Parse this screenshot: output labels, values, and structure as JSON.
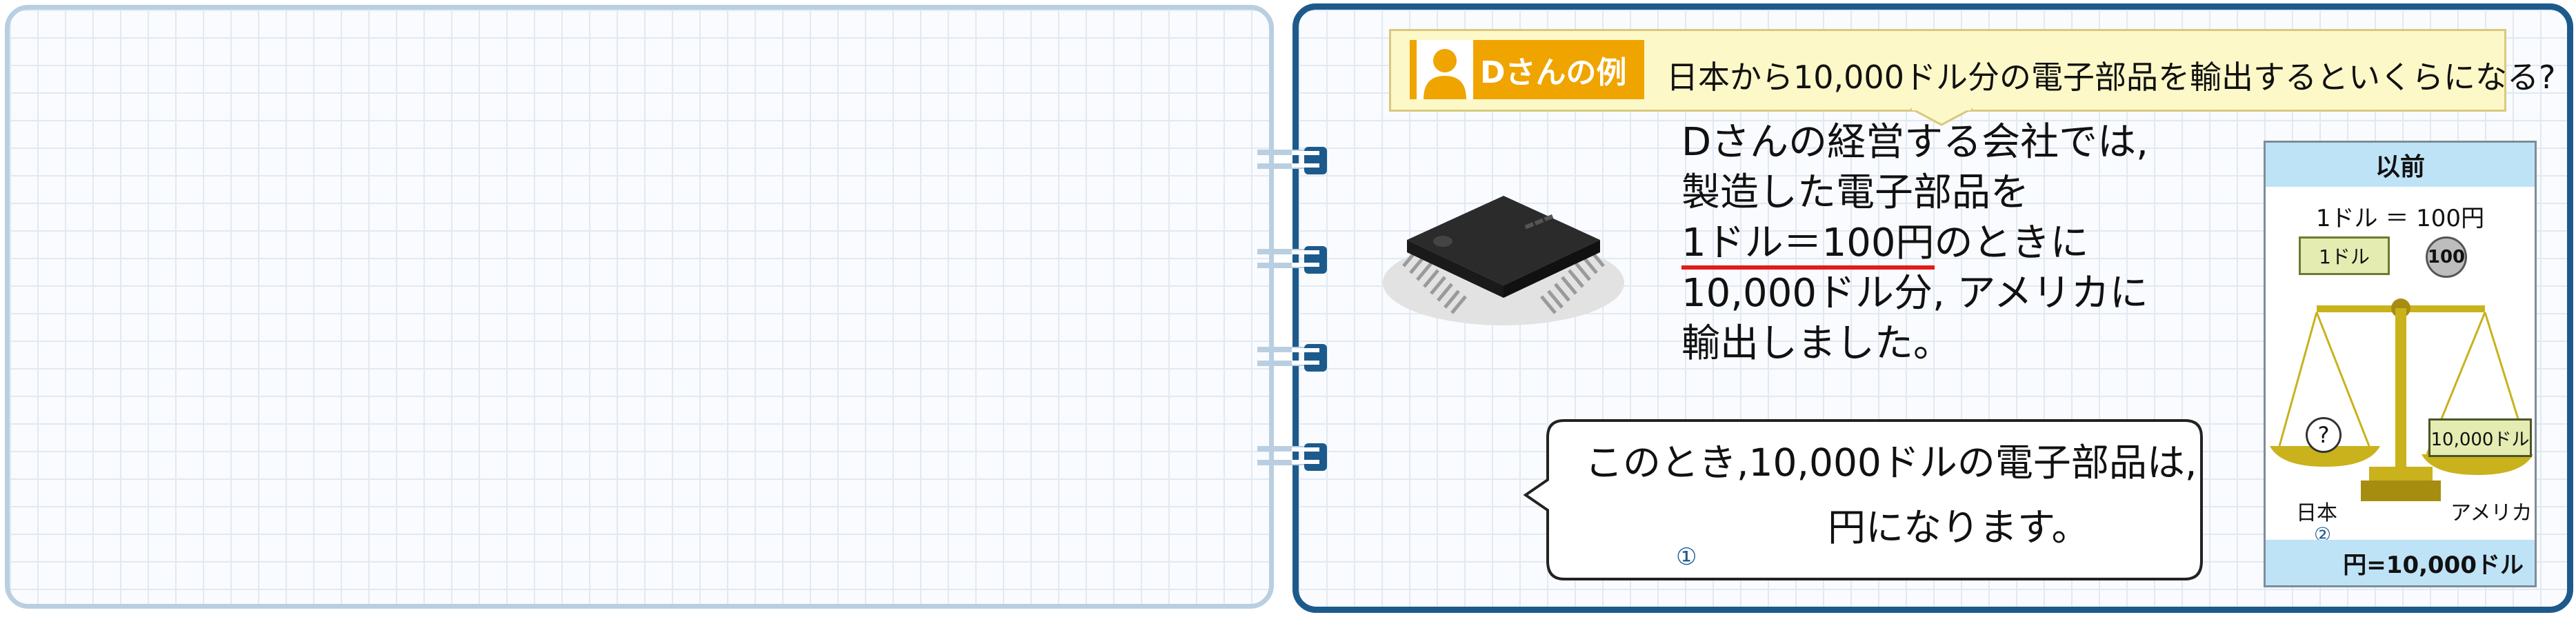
{
  "header": {
    "person_label": "Dさんの例",
    "question": "日本から10,000ドル分の電子部品を輸出するといくらになる?"
  },
  "story": {
    "line1": "Dさんの経営する会社では,",
    "line2": "製造した電子部品を",
    "line3_highlight": "1ドル＝100円",
    "line3_rest": "のときに",
    "line4": "10,000ドル分, アメリカに",
    "line5": "輸出しました。"
  },
  "bubble": {
    "line1": "このとき,10,000ドルの電子部品は,",
    "line2": "円になります。",
    "blank_number": "①"
  },
  "panel": {
    "title": "以前",
    "rate": "1ドル ＝ 100円",
    "bill_label": "1ドル",
    "coin_label": "100",
    "question_mark": "?",
    "us_pan_label": "10,000ドル",
    "japan_label": "日本",
    "japan_number": "②",
    "usa_label": "アメリカ",
    "footer": "円=10,000ドル"
  },
  "colors": {
    "frame_blue": "#1d5a8c",
    "frame_light": "#b9cfe1",
    "tag_orange": "#f0a400",
    "underline_red": "#e21b1b",
    "scale_gold": "#c9b21c"
  }
}
